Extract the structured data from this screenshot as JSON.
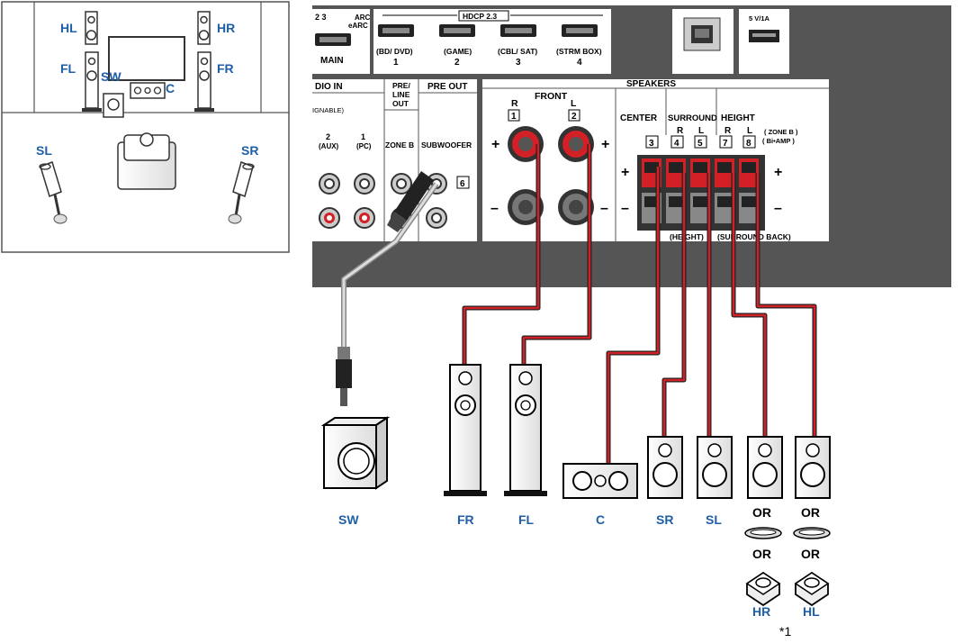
{
  "room": {
    "labels": {
      "hl": "HL",
      "hr": "HR",
      "fl": "FL",
      "fr": "FR",
      "sw": "SW",
      "c": "C",
      "sl": "SL",
      "sr": "SR"
    }
  },
  "receiver": {
    "hdmi_top": {
      "left": "2 3",
      "arc": "ARC",
      "earc": "eARC",
      "hdcp": "HDCP 2.3",
      "usb": "5 V/1A"
    },
    "hdmi_ports": [
      {
        "main": "MAIN"
      },
      {
        "sub": "(BD/ DVD)",
        "num": "1"
      },
      {
        "sub": "(GAME)",
        "num": "2"
      },
      {
        "sub": "(CBL/ SAT)",
        "num": "3"
      },
      {
        "sub": "(STRM BOX)",
        "num": "4"
      }
    ],
    "audio_in": {
      "title": "DIO IN",
      "sub": "IGNABLE)",
      "ch2": "2",
      "ch2s": "(AUX)",
      "ch1": "1",
      "ch1s": "(PC)"
    },
    "pre_line_out": {
      "l1": "PRE/",
      "l2": "LINE",
      "l3": "OUT",
      "zone": "ZONE B"
    },
    "pre_out": {
      "title": "PRE OUT",
      "sub": "SUBWOOFER",
      "num": "6"
    },
    "speakers": {
      "title": "SPEAKERS",
      "front": "FRONT",
      "r": "R",
      "l": "L",
      "n1": "1",
      "n2": "2",
      "center": "CENTER",
      "surround": "SURROUND",
      "height": "HEIGHT",
      "sr": "R",
      "sl": "L",
      "hr": "R",
      "hl": "L",
      "n3": "3",
      "n4": "4",
      "n5": "5",
      "n7": "7",
      "n8": "8",
      "zoneb": "( ZONE B )",
      "biamp": "( Bi•AMP )",
      "plus": "+",
      "minus": "–",
      "bottom1": "(HEIGHT)",
      "bottom2": "(SURROUND BACK)"
    }
  },
  "speaker_labels": {
    "sw": "SW",
    "fr": "FR",
    "fl": "FL",
    "c": "C",
    "sr": "SR",
    "sl": "SL",
    "hr": "HR",
    "hl": "HL",
    "or": "OR",
    "note": "*1"
  },
  "colors": {
    "blue": "#1f5fa8",
    "red": "#d32027",
    "panel": "#555555"
  }
}
